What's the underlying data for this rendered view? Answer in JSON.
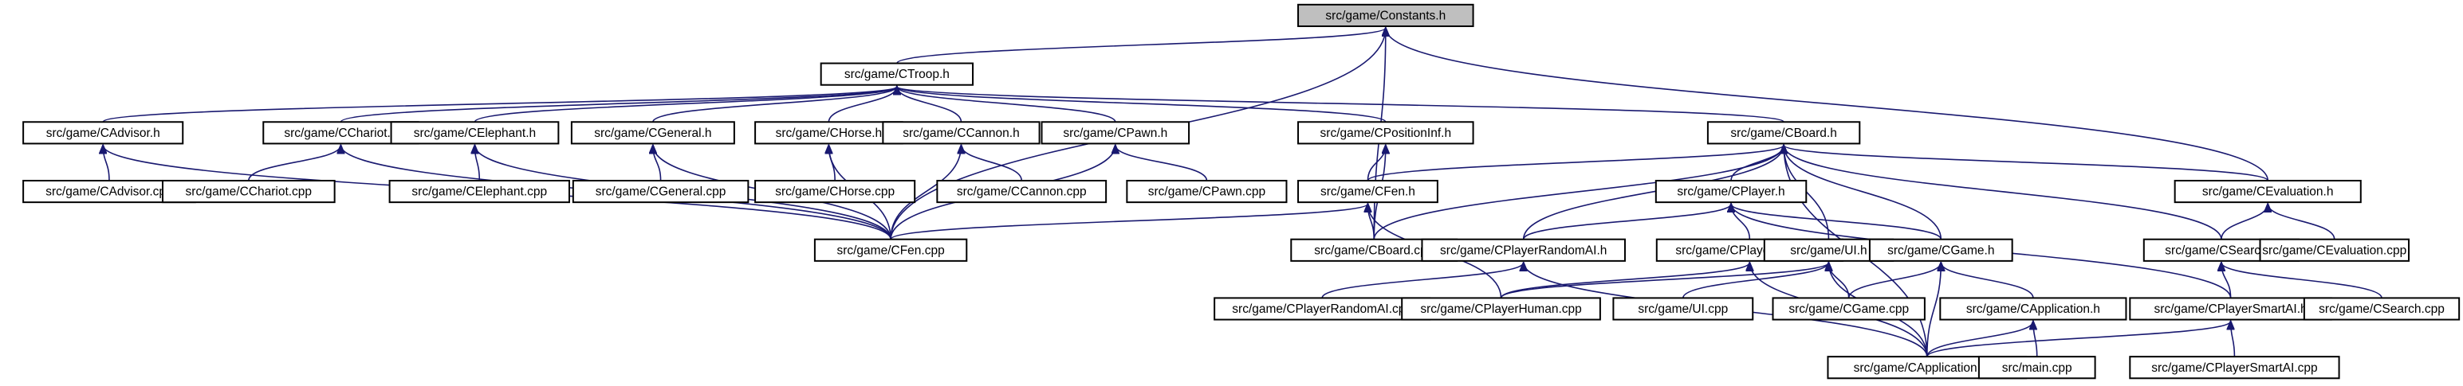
{
  "diagram": {
    "type": "include-dependency-graph",
    "colors": {
      "edge": "#191970",
      "root_fill": "#bfbfbf",
      "node_fill": "#ffffff",
      "node_border": "#000000"
    },
    "nodes": [
      {
        "id": "constants",
        "label": "src/game/Constants.h",
        "root": true
      },
      {
        "id": "ctroop",
        "label": "src/game/CTroop.h"
      },
      {
        "id": "cadvisor_h",
        "label": "src/game/CAdvisor.h"
      },
      {
        "id": "cchariot_h",
        "label": "src/game/CChariot.h"
      },
      {
        "id": "celephant_h",
        "label": "src/game/CElephant.h"
      },
      {
        "id": "cgeneral_h",
        "label": "src/game/CGeneral.h"
      },
      {
        "id": "chorse_h",
        "label": "src/game/CHorse.h"
      },
      {
        "id": "ccannon_h",
        "label": "src/game/CCannon.h"
      },
      {
        "id": "cpawn_h",
        "label": "src/game/CPawn.h"
      },
      {
        "id": "cpositioninf_h",
        "label": "src/game/CPositionInf.h"
      },
      {
        "id": "cboard_h",
        "label": "src/game/CBoard.h"
      },
      {
        "id": "cevaluation_h",
        "label": "src/game/CEvaluation.h"
      },
      {
        "id": "cadvisor_cpp",
        "label": "src/game/CAdvisor.cpp"
      },
      {
        "id": "cchariot_cpp",
        "label": "src/game/CChariot.cpp"
      },
      {
        "id": "celephant_cpp",
        "label": "src/game/CElephant.cpp"
      },
      {
        "id": "cgeneral_cpp",
        "label": "src/game/CGeneral.cpp"
      },
      {
        "id": "chorse_cpp",
        "label": "src/game/CHorse.cpp"
      },
      {
        "id": "ccannon_cpp",
        "label": "src/game/CCannon.cpp"
      },
      {
        "id": "cpawn_cpp",
        "label": "src/game/CPawn.cpp"
      },
      {
        "id": "cfen_h",
        "label": "src/game/CFen.h"
      },
      {
        "id": "cplayer_h",
        "label": "src/game/CPlayer.h"
      },
      {
        "id": "cfen_cpp",
        "label": "src/game/CFen.cpp"
      },
      {
        "id": "cboard_cpp",
        "label": "src/game/CBoard.cpp"
      },
      {
        "id": "cplayerrandomai_h",
        "label": "src/game/CPlayerRandomAI.h"
      },
      {
        "id": "cplayerhuman_h",
        "label": "src/game/CPlayerHuman.h"
      },
      {
        "id": "ui_h",
        "label": "src/game/UI.h"
      },
      {
        "id": "cgame_h",
        "label": "src/game/CGame.h"
      },
      {
        "id": "csearch_h",
        "label": "src/game/CSearch.h"
      },
      {
        "id": "cevaluation_cpp",
        "label": "src/game/CEvaluation.cpp"
      },
      {
        "id": "cplayerrandomai_cpp",
        "label": "src/game/CPlayerRandomAI.cpp"
      },
      {
        "id": "cplayerhuman_cpp",
        "label": "src/game/CPlayerHuman.cpp"
      },
      {
        "id": "ui_cpp",
        "label": "src/game/UI.cpp"
      },
      {
        "id": "cgame_cpp",
        "label": "src/game/CGame.cpp"
      },
      {
        "id": "capplication_h",
        "label": "src/game/CApplication.h"
      },
      {
        "id": "cplayersmartai_h",
        "label": "src/game/CPlayerSmartAI.h"
      },
      {
        "id": "csearch_cpp",
        "label": "src/game/CSearch.cpp"
      },
      {
        "id": "capplication_cpp",
        "label": "src/game/CApplication.cpp"
      },
      {
        "id": "main_cpp",
        "label": "src/main.cpp"
      },
      {
        "id": "cplayersmartai_cpp",
        "label": "src/game/CPlayerSmartAI.cpp"
      }
    ],
    "edges": [
      [
        "ctroop",
        "constants"
      ],
      [
        "cfen_cpp",
        "constants"
      ],
      [
        "cboard_cpp",
        "constants"
      ],
      [
        "cevaluation_h",
        "constants"
      ],
      [
        "cadvisor_h",
        "ctroop"
      ],
      [
        "cchariot_h",
        "ctroop"
      ],
      [
        "celephant_h",
        "ctroop"
      ],
      [
        "cgeneral_h",
        "ctroop"
      ],
      [
        "chorse_h",
        "ctroop"
      ],
      [
        "ccannon_h",
        "ctroop"
      ],
      [
        "cpawn_h",
        "ctroop"
      ],
      [
        "cpositioninf_h",
        "ctroop"
      ],
      [
        "cboard_h",
        "ctroop"
      ],
      [
        "cadvisor_cpp",
        "cadvisor_h"
      ],
      [
        "cfen_cpp",
        "cadvisor_h"
      ],
      [
        "cchariot_cpp",
        "cchariot_h"
      ],
      [
        "cfen_cpp",
        "cchariot_h"
      ],
      [
        "celephant_cpp",
        "celephant_h"
      ],
      [
        "cfen_cpp",
        "celephant_h"
      ],
      [
        "cgeneral_cpp",
        "cgeneral_h"
      ],
      [
        "cfen_cpp",
        "cgeneral_h"
      ],
      [
        "chorse_cpp",
        "chorse_h"
      ],
      [
        "cfen_cpp",
        "chorse_h"
      ],
      [
        "ccannon_cpp",
        "ccannon_h"
      ],
      [
        "cfen_cpp",
        "ccannon_h"
      ],
      [
        "cpawn_cpp",
        "cpawn_h"
      ],
      [
        "cfen_cpp",
        "cpawn_h"
      ],
      [
        "cfen_h",
        "cpositioninf_h"
      ],
      [
        "cboard_cpp",
        "cpositioninf_h"
      ],
      [
        "cfen_h",
        "cboard_h"
      ],
      [
        "cboard_cpp",
        "cboard_h"
      ],
      [
        "cplayerrandomai_h",
        "cboard_h"
      ],
      [
        "cplayer_h",
        "cboard_h"
      ],
      [
        "ui_h",
        "cboard_h"
      ],
      [
        "cgame_h",
        "cboard_h"
      ],
      [
        "capplication_cpp",
        "cboard_h"
      ],
      [
        "csearch_h",
        "cboard_h"
      ],
      [
        "cevaluation_h",
        "cboard_h"
      ],
      [
        "cfen_cpp",
        "cfen_h"
      ],
      [
        "cboard_cpp",
        "cfen_h"
      ],
      [
        "cplayerhuman_cpp",
        "cfen_h"
      ],
      [
        "cplayerrandomai_h",
        "cplayer_h"
      ],
      [
        "cplayerhuman_h",
        "cplayer_h"
      ],
      [
        "cgame_h",
        "cplayer_h"
      ],
      [
        "cplayersmartai_h",
        "cplayer_h"
      ],
      [
        "cplayerrandomai_cpp",
        "cplayerrandomai_h"
      ],
      [
        "capplication_cpp",
        "cplayerrandomai_h"
      ],
      [
        "cplayerhuman_cpp",
        "cplayerhuman_h"
      ],
      [
        "capplication_cpp",
        "cplayerhuman_h"
      ],
      [
        "cplayerhuman_cpp",
        "ui_h"
      ],
      [
        "ui_cpp",
        "ui_h"
      ],
      [
        "cgame_cpp",
        "ui_h"
      ],
      [
        "capplication_cpp",
        "ui_h"
      ],
      [
        "cgame_cpp",
        "cgame_h"
      ],
      [
        "capplication_h",
        "cgame_h"
      ],
      [
        "capplication_cpp",
        "cgame_h"
      ],
      [
        "csearch_h",
        "cevaluation_h"
      ],
      [
        "cevaluation_cpp",
        "cevaluation_h"
      ],
      [
        "cplayersmartai_h",
        "csearch_h"
      ],
      [
        "csearch_cpp",
        "csearch_h"
      ],
      [
        "capplication_cpp",
        "capplication_h"
      ],
      [
        "main_cpp",
        "capplication_h"
      ],
      [
        "capplication_cpp",
        "cplayersmartai_h"
      ],
      [
        "cplayersmartai_cpp",
        "cplayersmartai_h"
      ]
    ]
  }
}
